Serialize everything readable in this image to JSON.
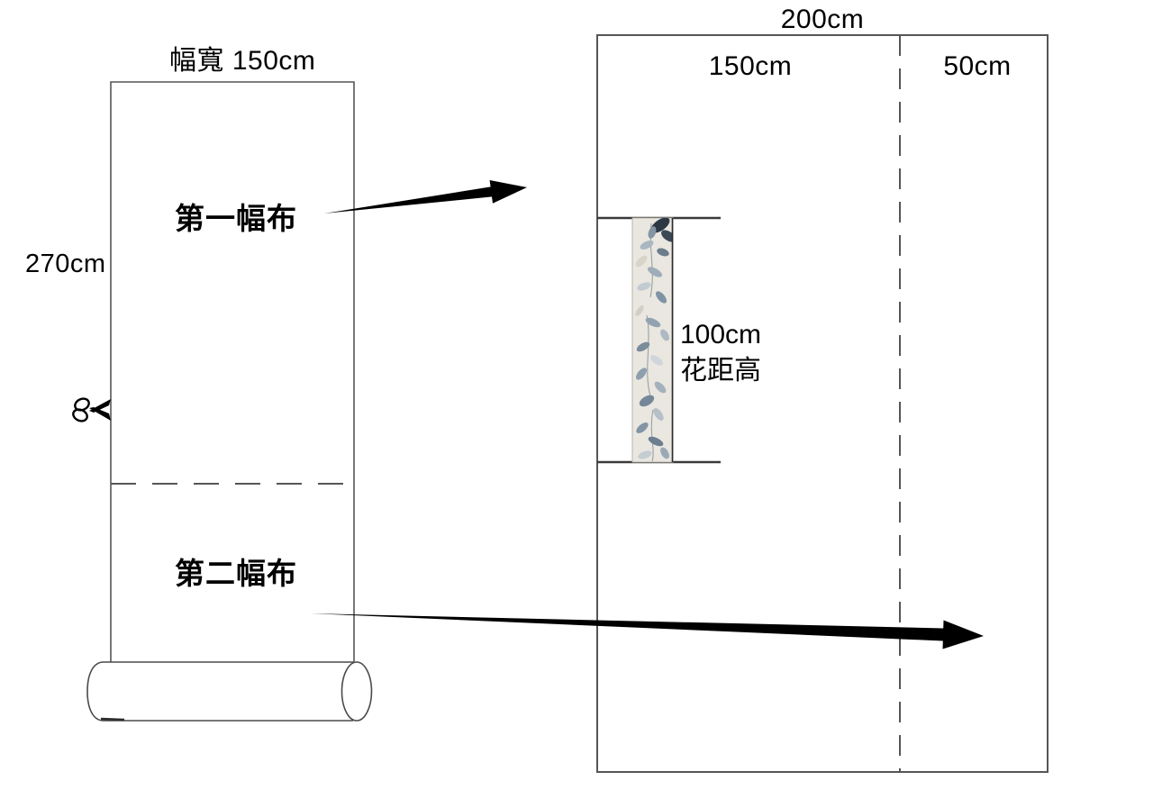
{
  "left_diagram": {
    "top_width_label": "幅寬 150cm",
    "side_height_label": "270cm",
    "first_panel_label": "第一幅布",
    "second_panel_label": "第二幅布",
    "scissors_icon": "✂",
    "cut_line_style": "dashed"
  },
  "right_diagram": {
    "total_width_label": "200cm",
    "main_width_label": "150cm",
    "side_width_label": "50cm",
    "pattern_height_label_line1": "100cm",
    "pattern_height_label_line2": "花距高",
    "divider_line_style": "dashed"
  },
  "colors": {
    "outline": "#565656",
    "tick_line": "#3a3a3a",
    "text": "#000000",
    "arrow": "#000000",
    "fabric_strip_bg": "#e9e7e0",
    "leaf_dark": "#2c3945",
    "leaf_mid": "#8093a4",
    "leaf_light": "#c2cbd2"
  }
}
